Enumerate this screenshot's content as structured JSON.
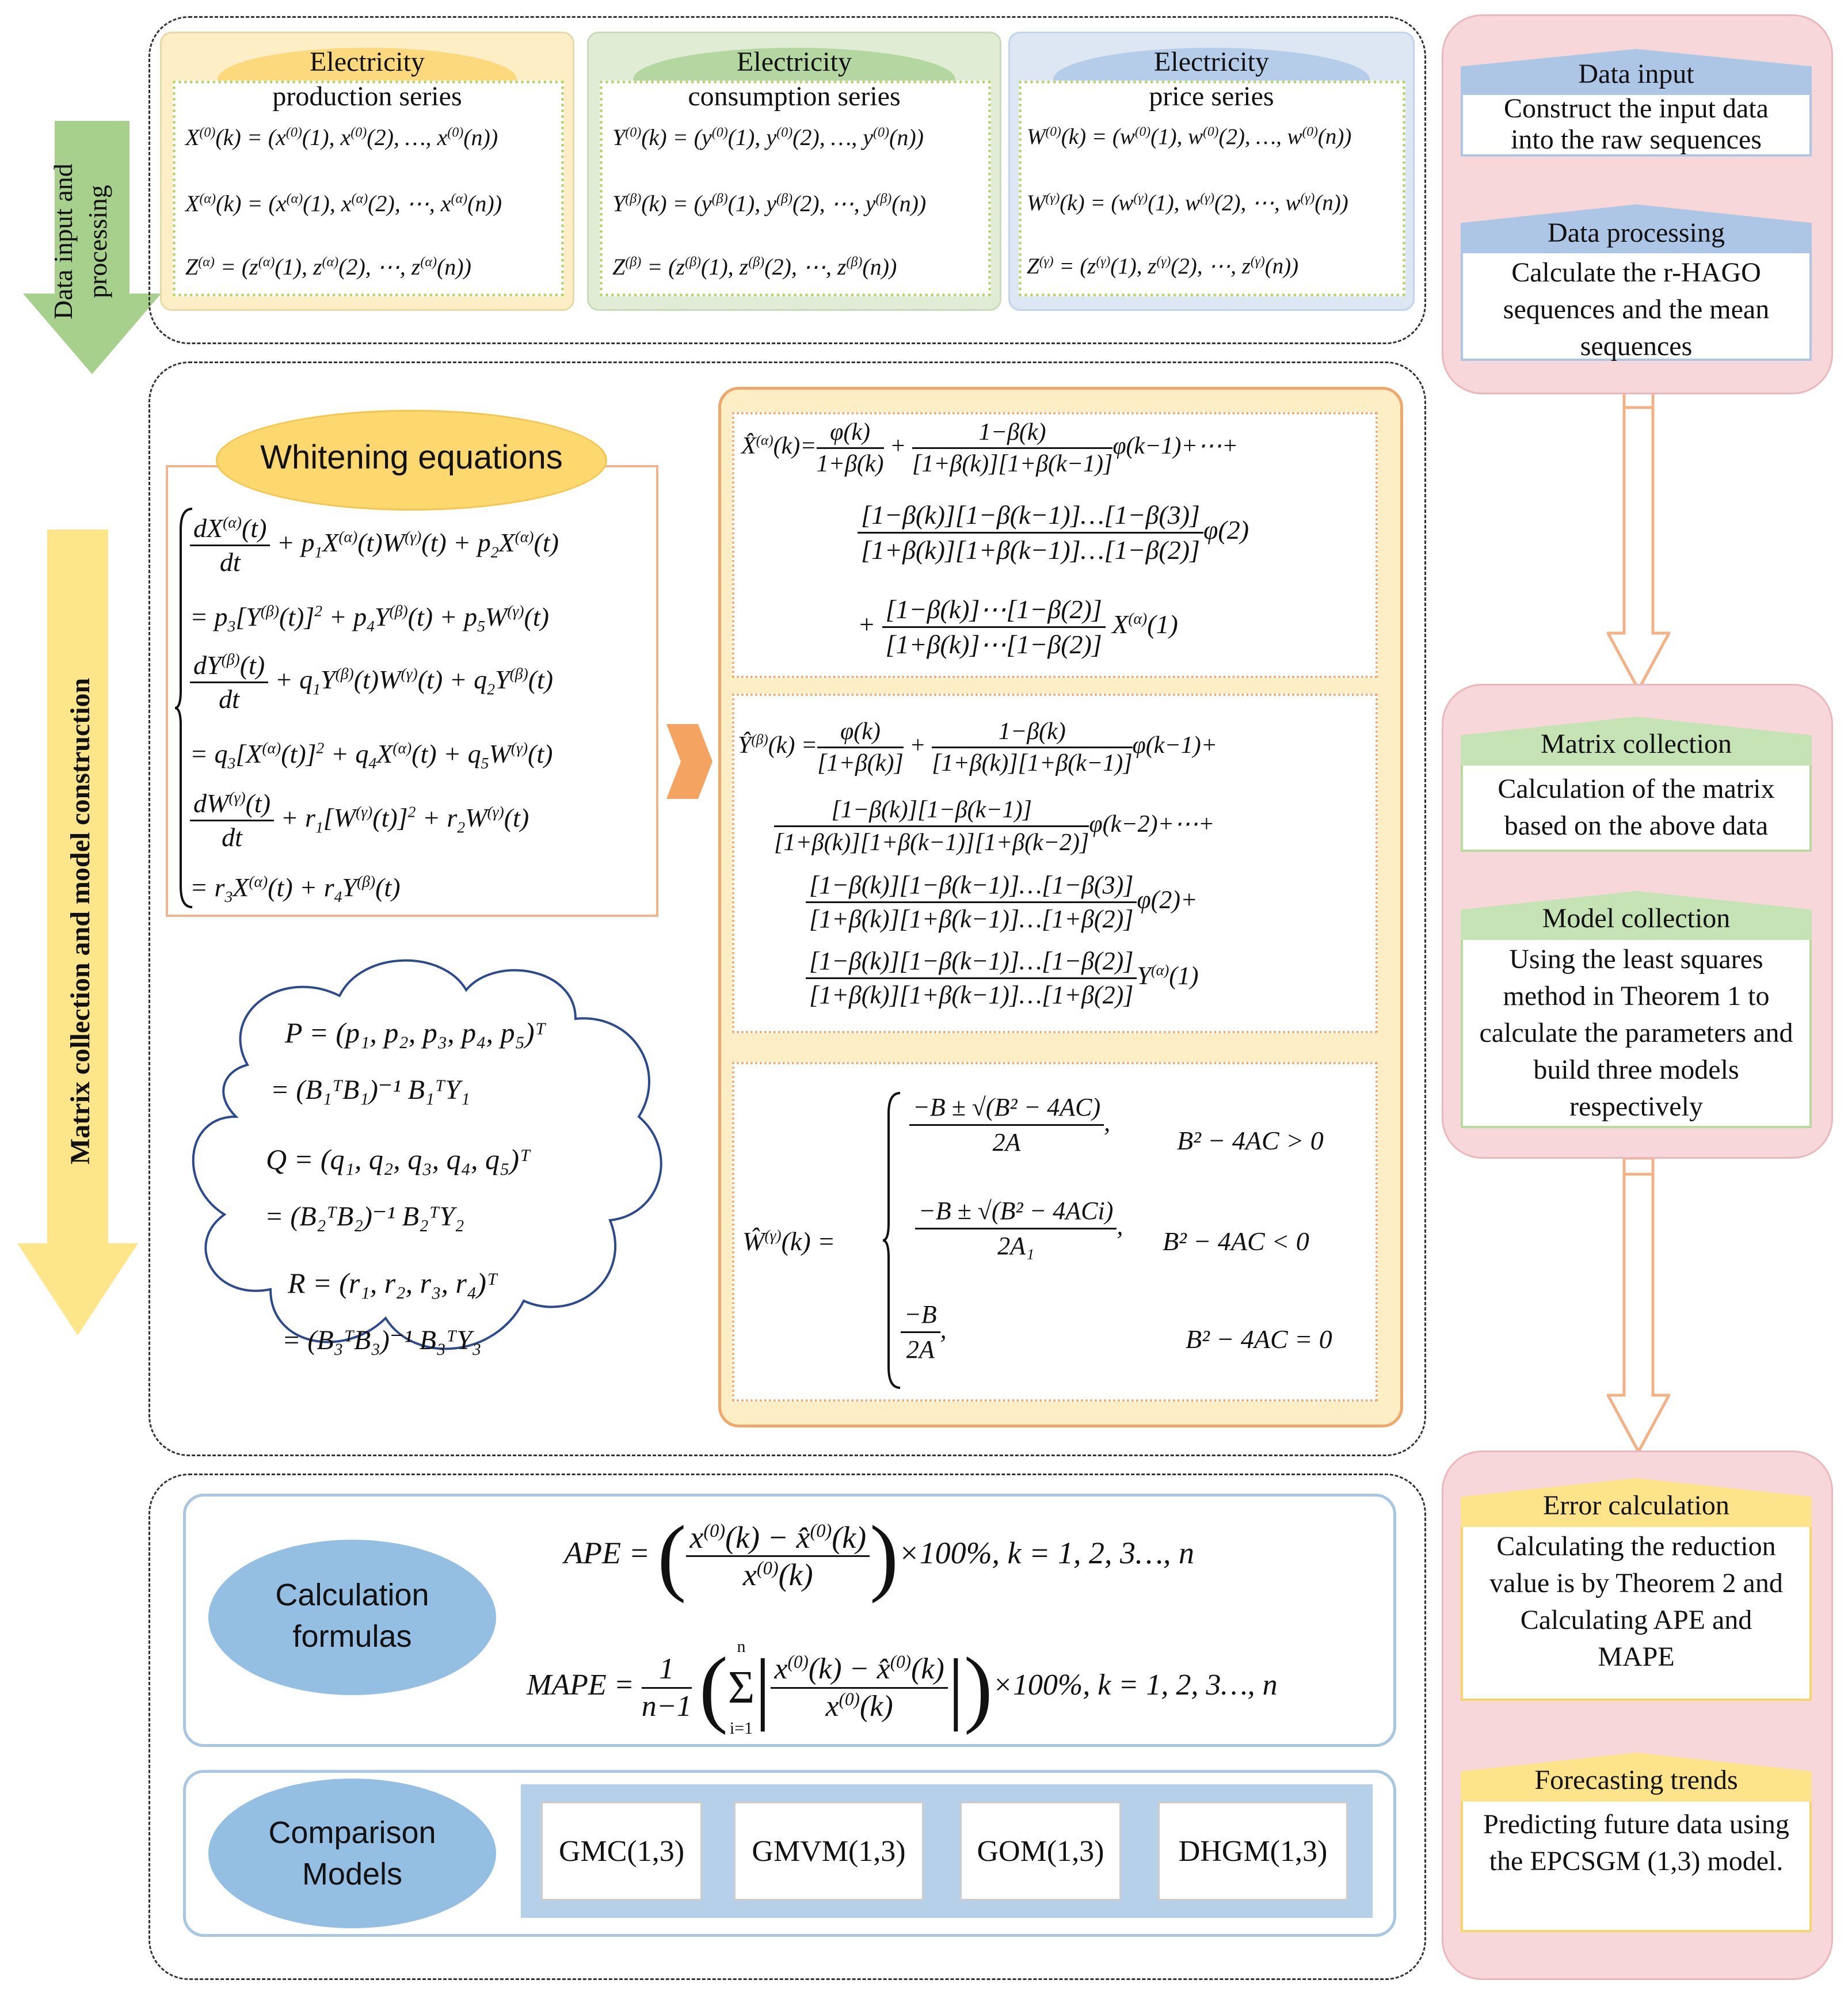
{
  "colors": {
    "prod": "#fdeec5",
    "prod_ellipse": "#fbd97c",
    "cons": "#e1ecd5",
    "cons_ellipse": "#b4d6a0",
    "price": "#dde7f3",
    "price_ellipse": "#b5cde8",
    "step_bg": "#f8d7da",
    "blue_header": "#aec6e6",
    "green_header": "#c6e3b6",
    "yellow_header": "#fde48a",
    "orange": "#f4a460",
    "whiten_ellipse": "#fcd86f",
    "calc_ellipse": "#94bfe3",
    "compare_band": "#b6d0ea",
    "arrow_green": "#a7d08c",
    "arrow_yellow": "#fde68a"
  },
  "stages": {
    "stage1": "Data input and processing",
    "stage2": "Matrix collection and model construction"
  },
  "series": {
    "production": {
      "title_line1": "Electricity",
      "title_line2": "production series",
      "eq1": "X^{(0)}(k) = (x^{(0)}(1), x^{(0)}(2), …, x^{(0)}(n))",
      "eq2": "X^{(α)}(k) = (x^{(α)}(1), x^{(α)}(2), ⋯, x^{(α)}(n))",
      "eq3": "Z^{(α)} = (z^{(α)}(1), z^{(α)}(2), ⋯, z^{(α)}(n))"
    },
    "consumption": {
      "title_line1": "Electricity",
      "title_line2": "consumption series",
      "eq1": "Y^{(0)}(k) = (y^{(0)}(1), y^{(0)}(2), …, y^{(0)}(n))",
      "eq2": "Y^{(β)}(k) = (y^{(β)}(1), y^{(β)}(2), ⋯, y^{(β)}(n))",
      "eq3": "Z^{(β)} = (z^{(β)}(1), z^{(β)}(2), ⋯, z^{(β)}(n))"
    },
    "price": {
      "title_line1": "Electricity",
      "title_line2": "price series",
      "eq1": "W^{(0)}(k) = (w^{(0)}(1), w^{(0)}(2), …, w^{(0)}(n))",
      "eq2": "W^{(γ)}(k) = (w^{(γ)}(1), w^{(γ)}(2), ⋯, w^{(γ)}(n))",
      "eq3": "Z^{(γ)} = (z^{(γ)}(1), z^{(γ)}(2), ⋯, z^{(γ)}(n))"
    }
  },
  "whitening": {
    "title": "Whitening equations",
    "lines": [
      "dX^{(α)}(t)/dt + p₁X^{(α)}(t)W^{(γ)}(t) + p₂X^{(α)}(t)",
      "= p₃[Y^{(β)}(t)]² + p₄Y^{(β)}(t) + p₅W^{(γ)}(t)",
      "dY^{(β)}(t)/dt + q₁Y^{(β)}(t)W^{(γ)}(t) + q₂Y^{(β)}(t)",
      "= q₃[X^{(α)}(t)]² + q₄X^{(α)}(t) + q₅W^{(γ)}(t)",
      "dW^{(γ)}(t)/dt + r₁[W^{(γ)}(t)]² + r₂W^{(γ)}(t)",
      "= r₃X^{(α)}(t) + r₄Y^{(β)}(t)"
    ]
  },
  "params": {
    "P1": "P = (p₁, p₂, p₃, p₄, p₅)ᵀ",
    "P2": "= (B₁ᵀB₁)⁻¹ B₁ᵀY₁",
    "Q1": "Q = (q₁, q₂, q₃, q₄, q₅)ᵀ",
    "Q2": "= (B₂ᵀB₂)⁻¹ B₂ᵀY₂",
    "R1": "R = (r₁, r₂, r₃, r₄)ᵀ",
    "R2": "= (B₃ᵀB₃)⁻¹ B₃ᵀY₃"
  },
  "solutions": {
    "x": {
      "lhs": "X̂^{(α)}(k)=",
      "l1_n1": "φ(k)",
      "l1_d1": "1+β(k)",
      "l1_n2": "1−β(k)",
      "l1_d2": "[1+β(k)][1+β(k−1)]",
      "l1_tail": "φ(k−1)+⋯+",
      "l2_n": "[1−β(k)][1−β(k−1)]…[1−β(3)]",
      "l2_d": "[1+β(k)][1+β(k−1)]…[1−β(2)]",
      "l2_tail": "φ(2)",
      "l3_n": "[1−β(k)]⋯[1−β(2)]",
      "l3_d": "[1+β(k)]⋯[1−β(2)]",
      "l3_tail": "X^{(α)}(1)"
    },
    "y": {
      "lhs": "Ŷ^{(β)}(k) =",
      "l1_n1": "φ(k)",
      "l1_d1": "[1+β(k)]",
      "l1_n2": "1−β(k)",
      "l1_d2": "[1+β(k)][1+β(k−1)]",
      "l1_tail": "φ(k−1)+",
      "l2_n": "[1−β(k)][1−β(k−1)]",
      "l2_d": "[1+β(k)][1+β(k−1)][1+β(k−2)]",
      "l2_tail": "φ(k−2)+⋯+",
      "l3_n": "[1−β(k)][1−β(k−1)]…[1−β(3)]",
      "l3_d": "[1+β(k)][1+β(k−1)]…[1+β(2)]",
      "l3_tail": "φ(2)+",
      "l4_n": "[1−β(k)][1−β(k−1)]…[1−β(2)]",
      "l4_d": "[1+β(k)][1+β(k−1)]…[1+β(2)]",
      "l4_tail": "Y^{(α)}(1)"
    },
    "w": {
      "lhs": "Ŵ^{(γ)}(k) =",
      "c1_n": "−B ± √(B² − 4AC)",
      "c1_d": "2A",
      "c1_cond": "B² − 4AC > 0",
      "c2_n": "−B ± √(B² − 4ACi)",
      "c2_d": "2A₁",
      "c2_cond": "B² − 4AC < 0",
      "c3_n": "−B",
      "c3_d": "2A",
      "c3_cond": "B² − 4AC = 0"
    }
  },
  "calc": {
    "title_line1": "Calculation",
    "title_line2": "formulas",
    "ape_lhs": "APE =",
    "ape_n": "x^{(0)}(k) − x̂^{(0)}(k)",
    "ape_d": "x^{(0)}(k)",
    "ape_tail": "×100%, k = 1, 2, 3…, n",
    "mape_lhs": "MAPE =",
    "mape_pre_n": "1",
    "mape_pre_d": "n−1",
    "mape_sum": "Σ",
    "mape_sum_top": "n",
    "mape_sum_bot": "i=1",
    "mape_n": "x^{(0)}(k) − x̂^{(0)}(k)",
    "mape_d": "x^{(0)}(k)",
    "mape_tail": "×100%, k = 1, 2, 3…, n"
  },
  "compare": {
    "title_line1": "Comparison",
    "title_line2": "Models",
    "models": [
      "GMC(1,3)",
      "GMVM(1,3)",
      "GOM(1,3)",
      "DHGM(1,3)"
    ]
  },
  "steps": {
    "data_input": {
      "title": "Data input",
      "text": "Construct the input data into the raw sequences"
    },
    "data_processing": {
      "title": "Data  processing",
      "text": "Calculate the  r-HAGO sequences and the  mean sequences"
    },
    "matrix_collection": {
      "title": "Matrix collection",
      "text": "Calculation of the matrix based on the above data"
    },
    "model_collection": {
      "title": "Model collection",
      "text": "Using the least squares method in Theorem 1 to calculate the parameters and build three models respectively"
    },
    "error_calculation": {
      "title": "Error calculation",
      "text": "Calculating the reduction value  is  by Theorem 2 and Calculating APE and MAPE"
    },
    "forecasting": {
      "title": "Forecasting trends",
      "text": "Predicting future data using the EPCSGM (1,3) model."
    }
  }
}
